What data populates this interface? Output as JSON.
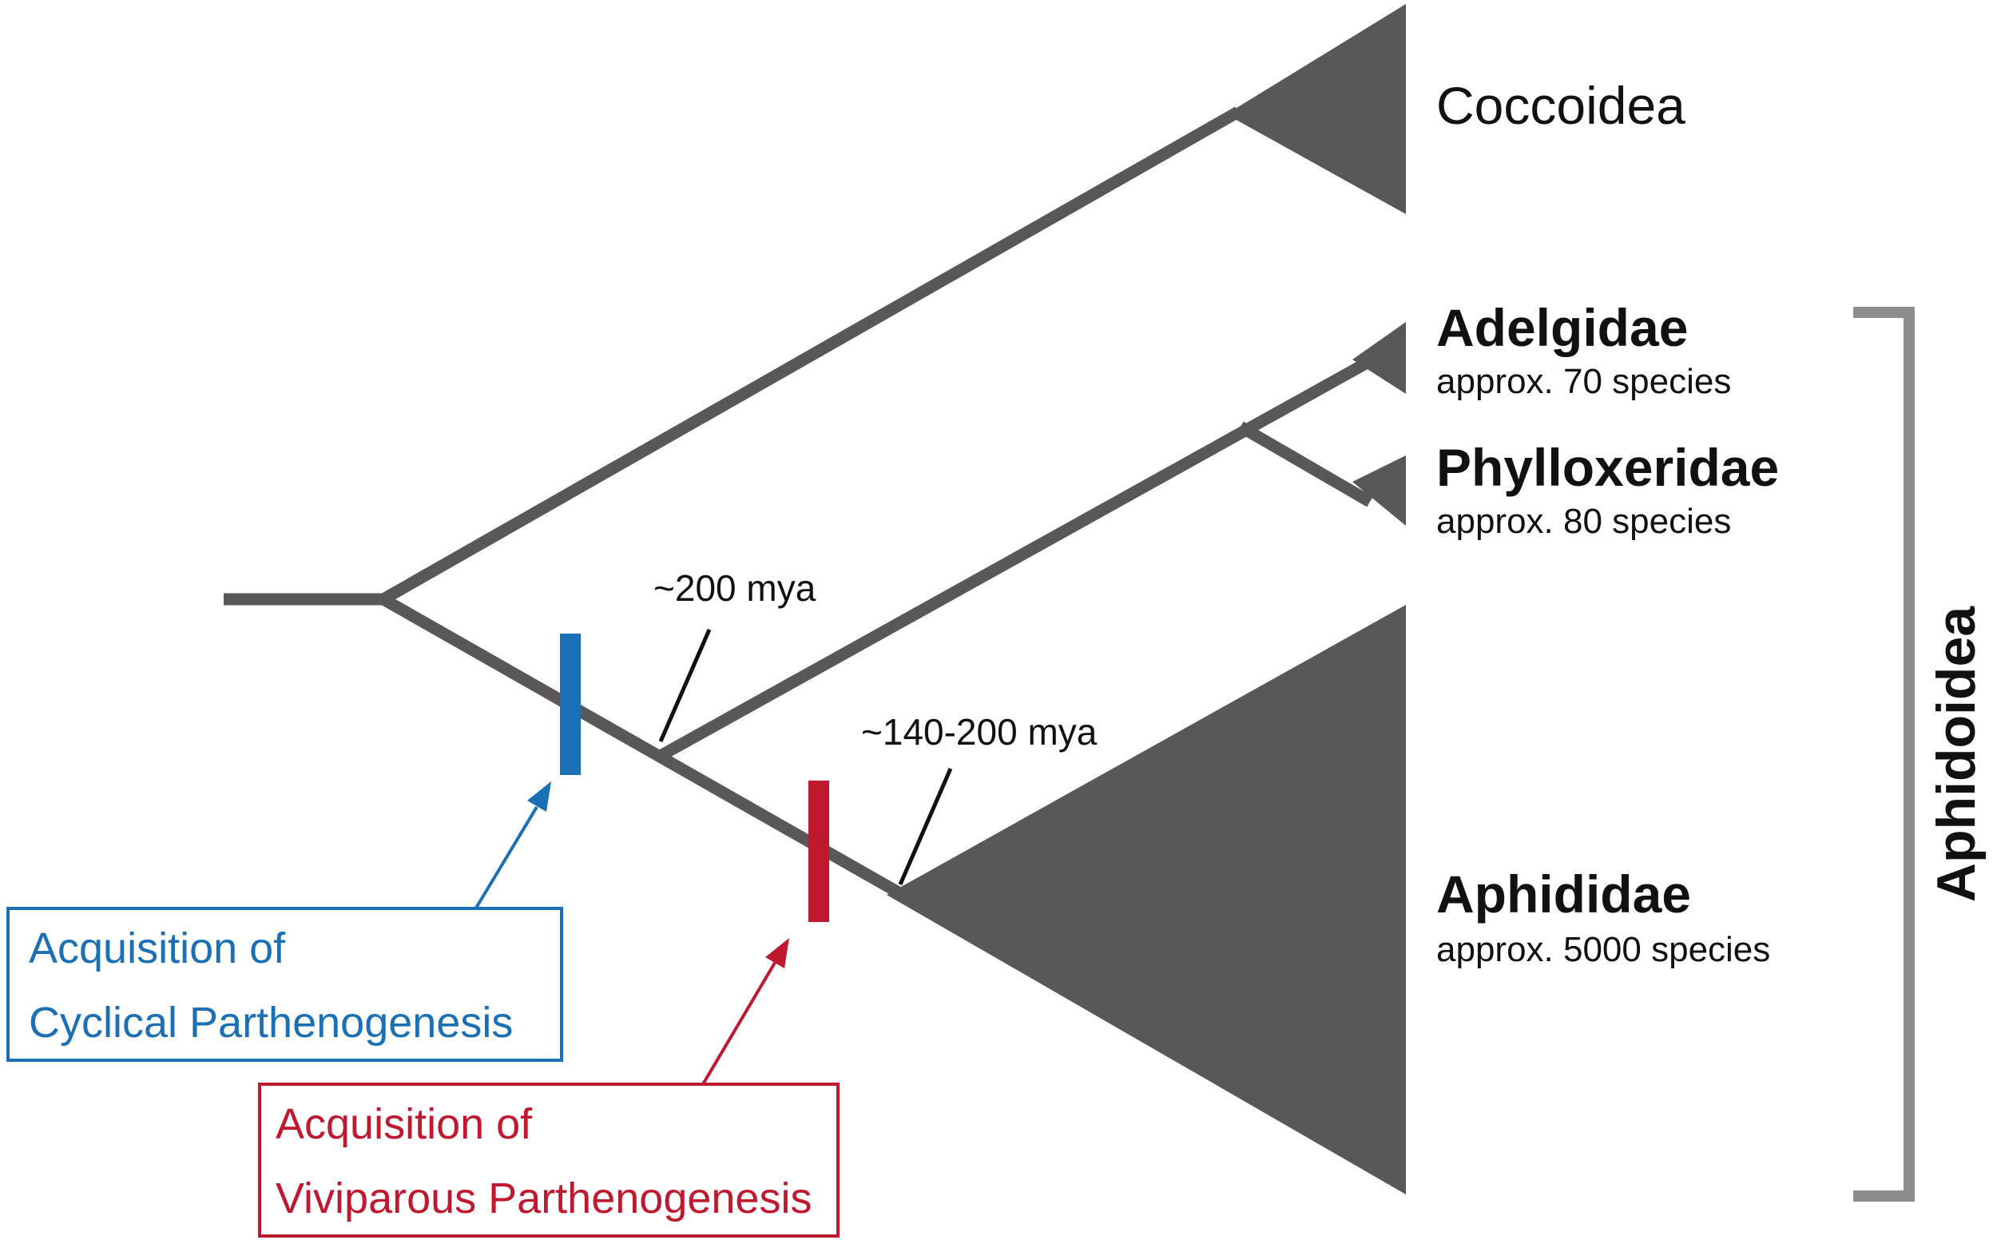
{
  "colors": {
    "branch": "#5a5758",
    "cyclical": "#1a6fb5",
    "viviparous": "#c0182e",
    "bracket": "#8c8c8c",
    "text": "#111111"
  },
  "taxa": {
    "coccoidea": {
      "name": "Coccoidea"
    },
    "adelgidae": {
      "name": "Adelgidae",
      "species": "approx. 70 species"
    },
    "phylloxeridae": {
      "name": "Phylloxeridae",
      "species": "approx. 80 species"
    },
    "aphididae": {
      "name": "Aphididae",
      "species": "approx. 5000 species"
    }
  },
  "divergence_times": {
    "node1": "~200 mya",
    "node2": "~140-200 mya"
  },
  "events": {
    "cyclical": {
      "line1": "Acquisition of",
      "line2": "Cyclical Parthenogenesis"
    },
    "viviparous": {
      "line1": "Acquisition of",
      "line2": "Viviparous Parthenogenesis"
    }
  },
  "group": {
    "label": "Aphidoidea"
  }
}
